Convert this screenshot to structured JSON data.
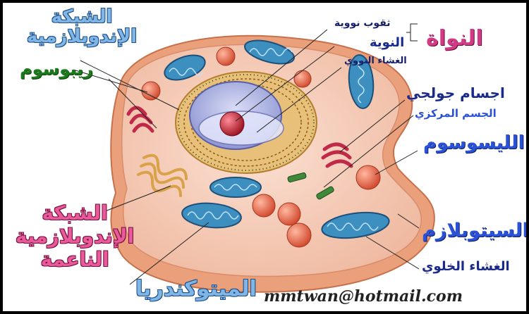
{
  "labels": {
    "rough_er": "الشبكة\nالإندوبلازمية",
    "ribosome": "ريبوسوم",
    "smooth_er": "الشبكة\nالإندوبلازمية\nالناعمة",
    "mitochondria": "الميتوكندريا",
    "nuclear_pores": "ثقوب نووية",
    "nucleolus": "النوية",
    "nuclear_membrane": "الغشاء النووي",
    "nucleus": "النواة",
    "golgi": "اجسام جولجي",
    "centrosome": "الجسم المركزي",
    "lysosome": "الليسوسوم",
    "cytoplasm": "السيتوبلازم",
    "cell_membrane": "الغشاء الخلوي"
  },
  "email": "mmtwan@hotmail.com",
  "colors": {
    "cytoplasm": "#f5c9b5",
    "cell_rim": "#f2b090",
    "mitochondria": "#3d8fc0",
    "lysosome": "#e0684a",
    "nucleus": "#b8bde8",
    "nucleolus": "#b8222e",
    "er_rough": "#d9a248",
    "golgi": "#c02a48"
  }
}
